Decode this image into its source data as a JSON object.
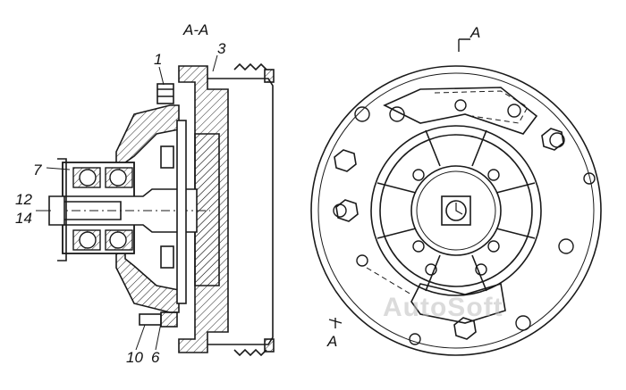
{
  "section_title": "A-A",
  "callouts": {
    "c1": "1",
    "c3": "3",
    "c7": "7",
    "c12": "12",
    "c14": "14",
    "c10": "10",
    "c6": "6"
  },
  "section_marks": {
    "top": "A",
    "bottom": "A"
  },
  "watermark": "AutoSoft",
  "colors": {
    "line": "#1a1a1a",
    "background": "#ffffff",
    "watermark": "#bdbdbd"
  }
}
